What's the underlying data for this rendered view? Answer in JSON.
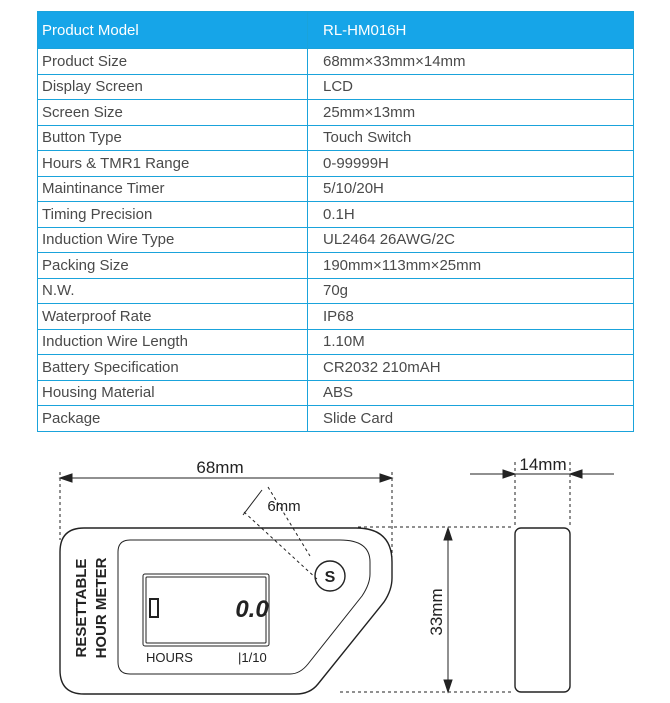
{
  "table": {
    "header": {
      "label": "Product Model",
      "value": "RL-HM016H"
    },
    "rows": [
      {
        "label": "Product Size",
        "value": "68mm×33mm×14mm"
      },
      {
        "label": "Display Screen",
        "value": "LCD"
      },
      {
        "label": "Screen Size",
        "value": "25mm×13mm"
      },
      {
        "label": "Button Type",
        "value": "Touch Switch"
      },
      {
        "label": "Hours & TMR1 Range",
        "value": "0-99999H"
      },
      {
        "label": "Maintinance  Timer",
        "value": "5/10/20H"
      },
      {
        "label": "Timing Precision",
        "value": "0.1H"
      },
      {
        "label": "Induction Wire Type",
        "value": "UL2464 26AWG/2C"
      },
      {
        "label": "Packing Size",
        "value": "190mm×113mm×25mm"
      },
      {
        "label": "N.W.",
        "value": "70g"
      },
      {
        "label": "Waterproof Rate",
        "value": "IP68"
      },
      {
        "label": "Induction Wire Length",
        "value": "1.10M"
      },
      {
        "label": "Battery Specification",
        "value": "CR2032 210mAH"
      },
      {
        "label": "Housing Material",
        "value": "ABS"
      },
      {
        "label": "Package",
        "value": "Slide Card"
      }
    ]
  },
  "diagram": {
    "width_label": "68mm",
    "depth_label": "14mm",
    "height_label": "33mm",
    "hole_label": "6mm",
    "brand_line1": "RESETTABLE",
    "brand_line2": "HOUR METER",
    "lcd_digits": "0.0",
    "hours_label": "HOURS",
    "ratio_label": "|1/10",
    "button_label": "S"
  }
}
